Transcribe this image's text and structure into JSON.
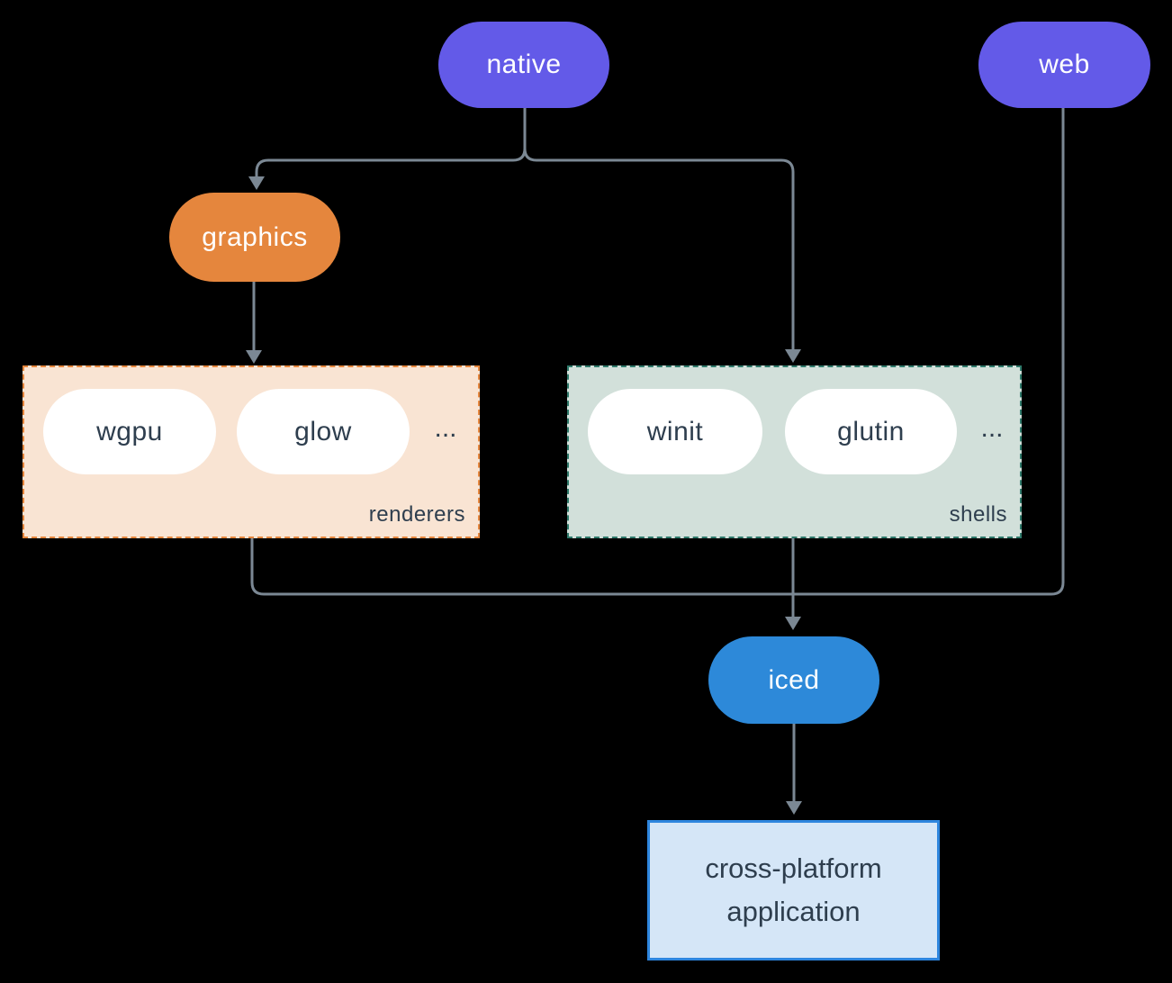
{
  "nodes": {
    "native": "native",
    "web": "web",
    "graphics": "graphics",
    "iced": "iced",
    "application": "cross-platform application"
  },
  "groups": {
    "renderers": {
      "label": "renderers",
      "pills": [
        "wgpu",
        "glow"
      ],
      "more": "..."
    },
    "shells": {
      "label": "shells",
      "pills": [
        "winit",
        "glutin"
      ],
      "more": "..."
    }
  },
  "colors": {
    "background": "#000000",
    "node_purple": "#635ae8",
    "node_orange": "#e5863d",
    "node_blue": "#2d89d9",
    "renderers_bg": "#f9e4d3",
    "renderers_border": "#e5863d",
    "shells_bg": "#d2e0da",
    "shells_border": "#2f7a6b",
    "app_bg": "#d5e6f7",
    "app_border": "#2e86de",
    "edge": "#7b8894",
    "text_dark": "#2e3e4e",
    "text_light": "#ffffff"
  }
}
